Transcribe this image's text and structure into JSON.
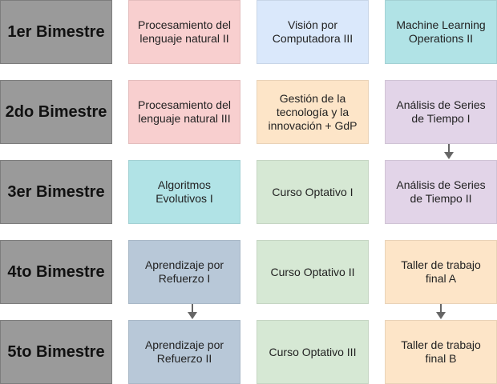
{
  "terms": [
    "1er Bimestre",
    "2do Bimestre",
    "3er Bimestre",
    "4to Bimestre",
    "5to Bimestre"
  ],
  "colors": {
    "term": "#9a9a9a",
    "nlp": "#f8cfcf",
    "vision": "#dae8fb",
    "mlops": "#b1e3e6",
    "gestion": "#fde5c8",
    "series": "#e2d4e8",
    "optativo": "#d6e8d4",
    "refuerzo": "#b8c8d8",
    "arrow": "#666666"
  },
  "courses": {
    "r1": [
      "Procesamiento del lenguaje natural II",
      "Visión por Computadora III",
      "Machine Learning Operations II"
    ],
    "r2": [
      "Procesamiento del lenguaje natural III",
      "Gestión de la tecnología y la innovación + GdP",
      "Análisis de Series de Tiempo I"
    ],
    "r3": [
      "Algoritmos Evolutivos I",
      "Curso Optativo I",
      "Análisis de Series de Tiempo II"
    ],
    "r4": [
      "Aprendizaje por Refuerzo I",
      "Curso Optativo II",
      "Taller de trabajo final A"
    ],
    "r5": [
      "Aprendizaje por Refuerzo II",
      "Curso Optativo III",
      "Taller de trabajo final B"
    ]
  }
}
